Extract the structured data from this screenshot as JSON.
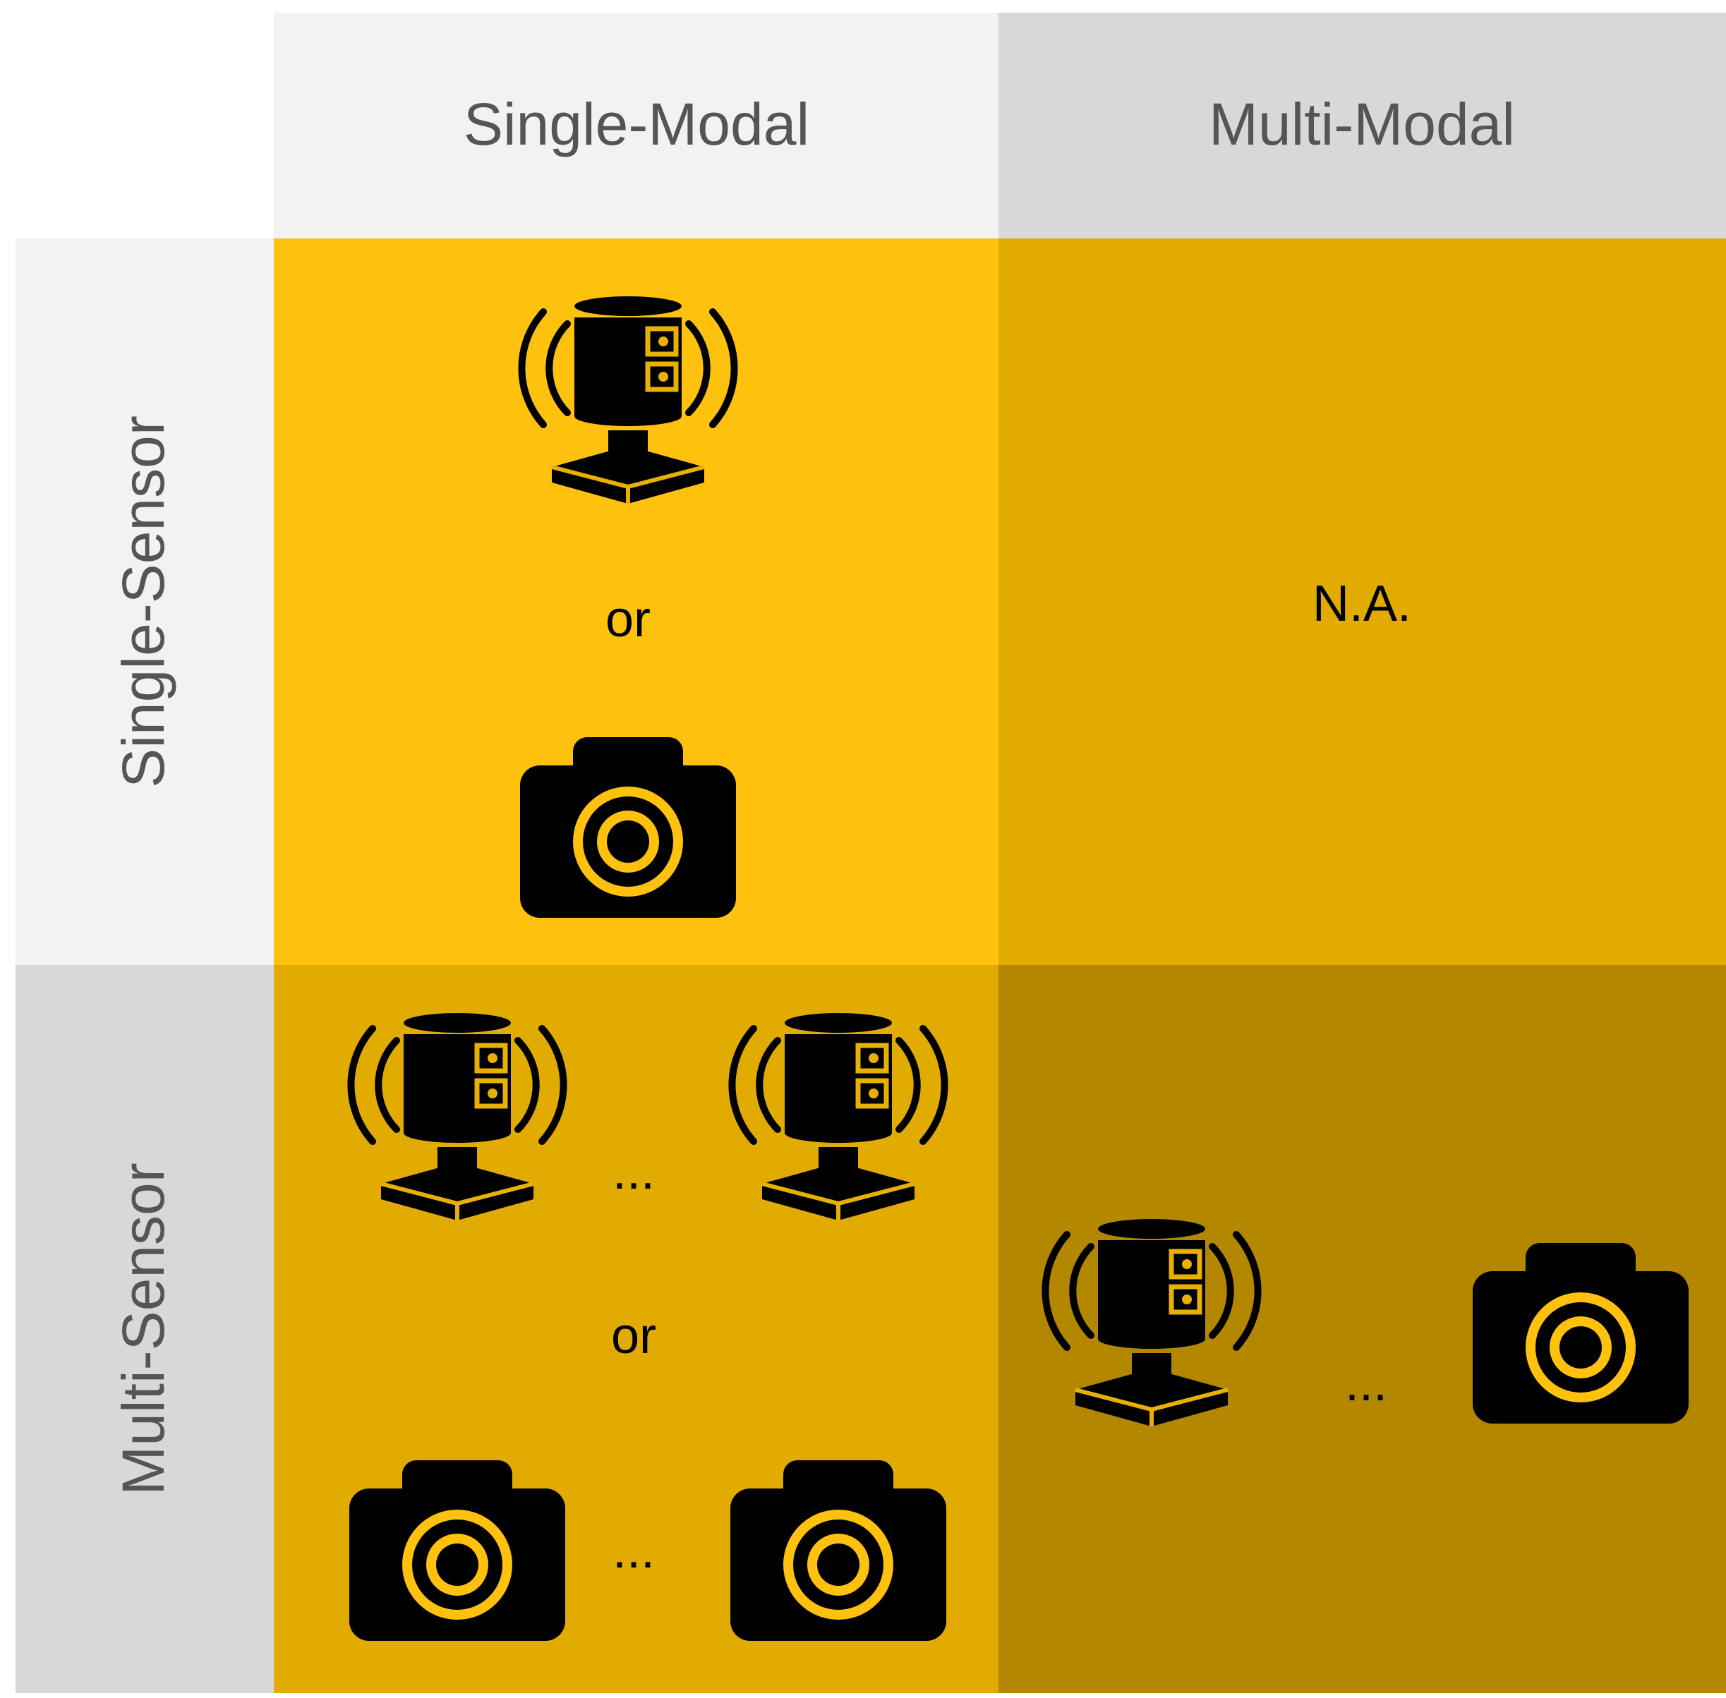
{
  "columns": {
    "single_modal": "Single-Modal",
    "multi_modal": "Multi-Modal"
  },
  "rows": {
    "single_sensor": "Single-Sensor",
    "multi_sensor": "Multi-Sensor"
  },
  "cells": {
    "single_sensor_single_modal": {
      "separator": "or"
    },
    "single_sensor_multi_modal": {
      "text": "N.A."
    },
    "multi_sensor_single_modal": {
      "separator": "or",
      "ellipsis_lidar": "...",
      "ellipsis_camera": "..."
    },
    "multi_sensor_multi_modal": {
      "ellipsis": "..."
    }
  },
  "colors": {
    "header_light": "#f2f2f2",
    "header_dark": "#d8d8d8",
    "cell_bright": "#fdc10e",
    "cell_mid": "#e2ab02",
    "cell_dark": "#b38700",
    "icon": "#000000"
  },
  "icons": {
    "lidar": "lidar-icon",
    "camera": "camera-icon"
  }
}
